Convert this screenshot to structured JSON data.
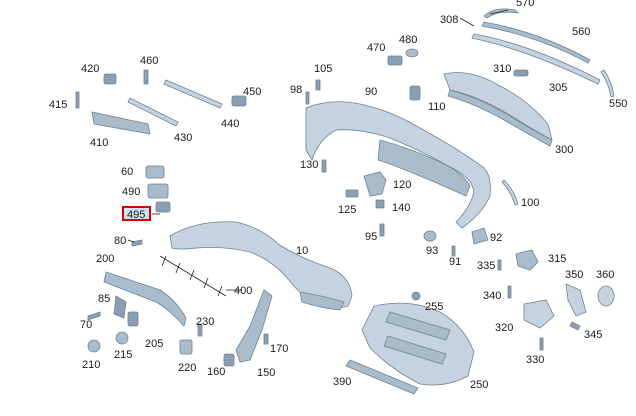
{
  "diagram": {
    "highlight_color": "#d40000",
    "highlight_fill": "#cfe3f5",
    "part_color": "#b8c9d6",
    "labels": {
      "p570": "570",
      "p308": "308",
      "p560": "560",
      "p470": "470",
      "p480": "480",
      "p420": "420",
      "p460": "460",
      "p105": "105",
      "p310": "310",
      "p450": "450",
      "p98": "98",
      "p90": "90",
      "p415": "415",
      "p440": "440",
      "p110": "110",
      "p305": "305",
      "p550": "550",
      "p410": "410",
      "p430": "430",
      "p300": "300",
      "p60": "60",
      "p130": "130",
      "p120": "120",
      "p490": "490",
      "p100": "100",
      "p125": "125",
      "p140": "140",
      "p495": "495",
      "p80": "80",
      "p95": "95",
      "p10": "10",
      "p93": "93",
      "p92": "92",
      "p200": "200",
      "p91": "91",
      "p335": "335",
      "p315": "315",
      "p350": "350",
      "p360": "360",
      "p400": "400",
      "p85": "85",
      "p255": "255",
      "p340": "340",
      "p230": "230",
      "p70": "70",
      "p205": "205",
      "p320": "320",
      "p345": "345",
      "p170": "170",
      "p215": "215",
      "p210": "210",
      "p220": "220",
      "p160": "160",
      "p150": "150",
      "p330": "330",
      "p390": "390",
      "p250": "250"
    }
  }
}
